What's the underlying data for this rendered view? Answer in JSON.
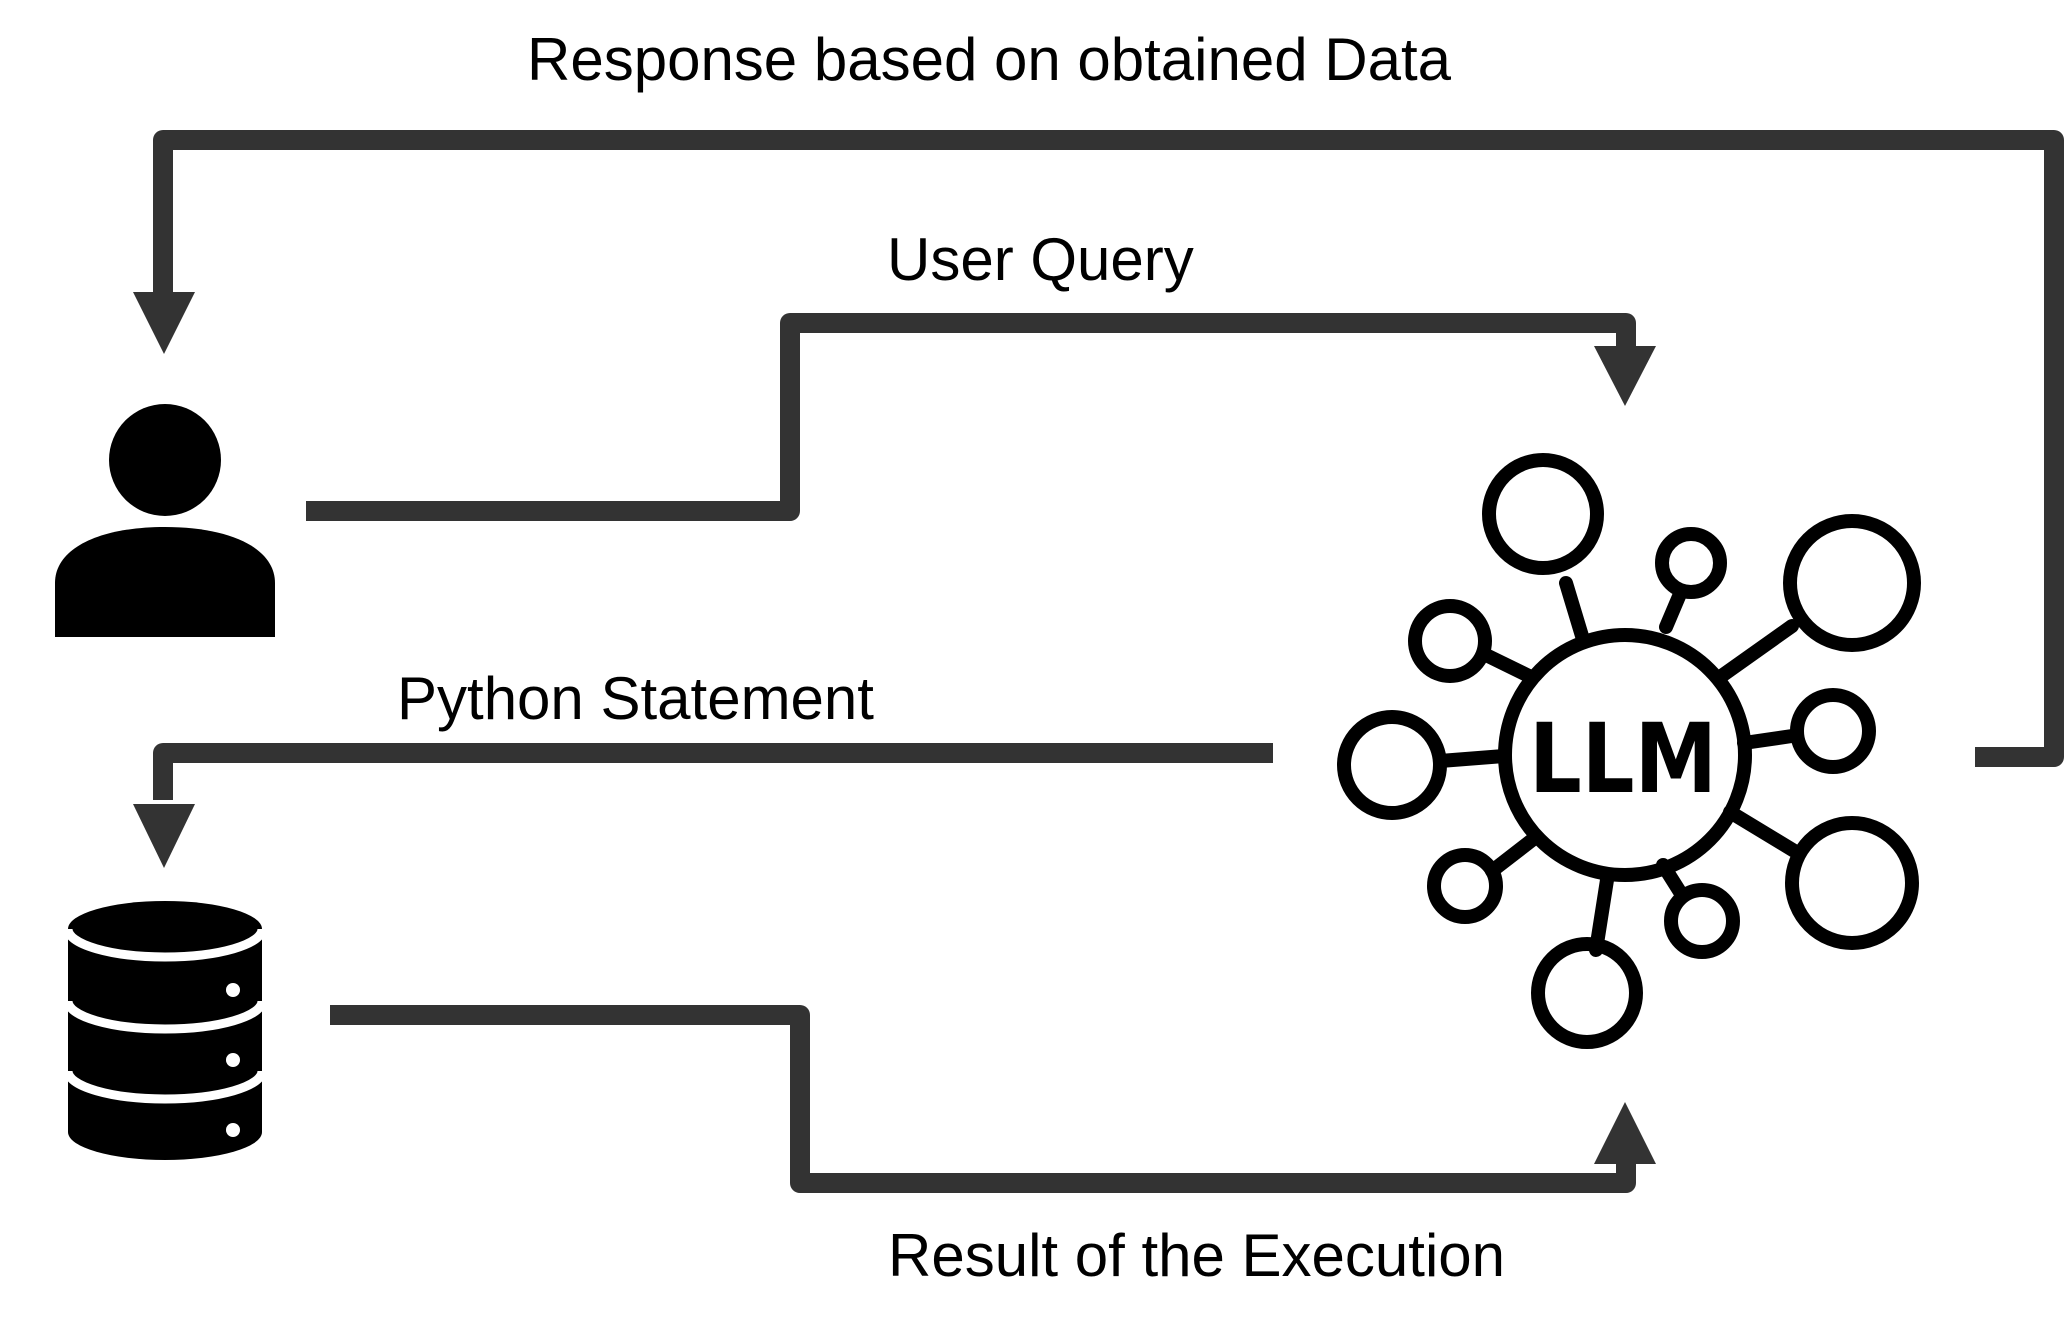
{
  "colors": {
    "background": "#ffffff",
    "arrow": "#333333",
    "icon": "#000000",
    "text": "#000000"
  },
  "nodes": {
    "user": {
      "icon": "user-icon"
    },
    "database": {
      "icon": "database-icon"
    },
    "llm": {
      "icon": "llm-network-icon",
      "label": "LLM"
    }
  },
  "edges": {
    "response": {
      "label": "Response based on obtained Data",
      "from": "llm",
      "to": "user"
    },
    "user_query": {
      "label": "User Query",
      "from": "user",
      "to": "llm"
    },
    "python_statement": {
      "label": "Python Statement",
      "from": "llm",
      "to": "database"
    },
    "result": {
      "label": "Result of the Execution",
      "from": "database",
      "to": "llm"
    }
  }
}
